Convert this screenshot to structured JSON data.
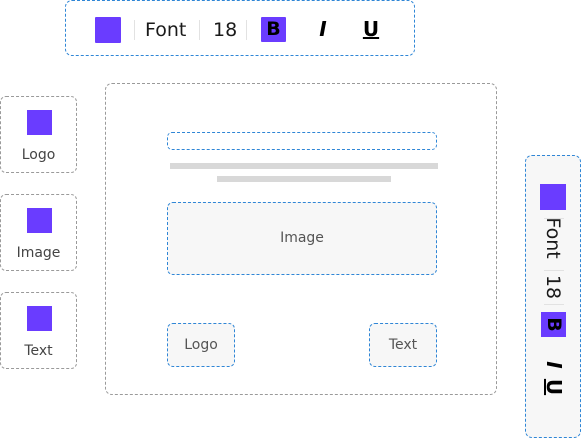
{
  "colors": {
    "accent": "#6a3cff",
    "dashed_selected": "#2f86d6",
    "dashed_neutral": "#9a9a9a",
    "placeholder_line": "#d8d8d8"
  },
  "toolbar_top": {
    "color_swatch_icon": "color-swatch",
    "font_label": "Font",
    "font_size": "18",
    "bold_label": "B",
    "italic_label": "I",
    "underline_label": "U"
  },
  "toolbar_right": {
    "color_swatch_icon": "color-swatch",
    "font_label": "Font",
    "font_size": "18",
    "bold_label": "B",
    "italic_label": "I",
    "underline_label": "U"
  },
  "palette": {
    "items": [
      {
        "label": "Logo",
        "icon": "logo-block"
      },
      {
        "label": "Image",
        "icon": "image-block"
      },
      {
        "label": "Text",
        "icon": "text-block"
      }
    ]
  },
  "canvas": {
    "image_slot_label": "Image",
    "logo_slot_label": "Logo",
    "text_slot_label": "Text"
  }
}
